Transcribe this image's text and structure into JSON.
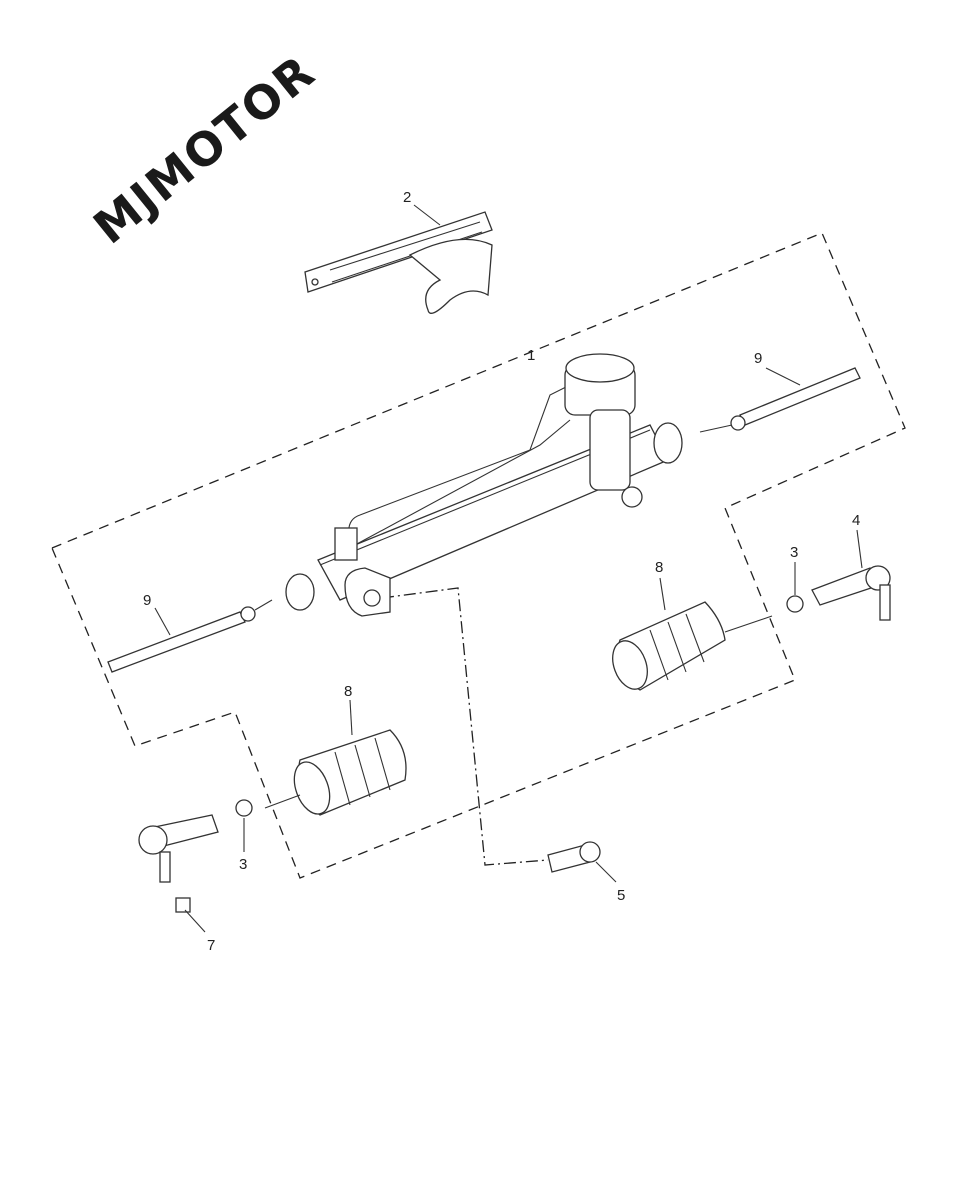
{
  "logo": {
    "text": "MJMOTOR"
  },
  "callouts": {
    "assembly": "1",
    "bracket": "2",
    "washer_left": "3",
    "washer_right": "3",
    "tie_rod_end_right": "4",
    "bolt": "5",
    "cotter_pin": "7",
    "boot_left": "8",
    "boot_right": "8",
    "inner_tie_rod_left": "9",
    "inner_tie_rod_right": "9"
  }
}
